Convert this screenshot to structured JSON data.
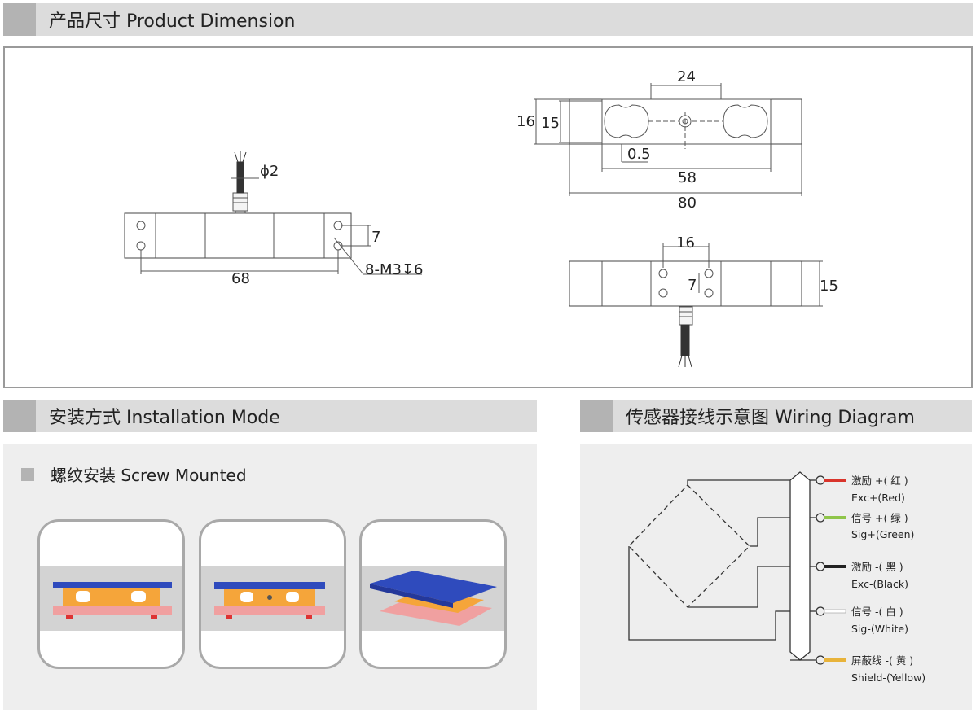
{
  "sections": {
    "dimension_title": "产品尺寸 Product Dimension",
    "install_title": "安装方式 Installation Mode",
    "wiring_title": "传感器接线示意图  Wiring Diagram"
  },
  "dimension": {
    "phi": "ϕ2",
    "dim_68": "68",
    "dim_7_left": "7",
    "thread": "8-M3↧6",
    "dim_24": "24",
    "dim_16_outer": "16",
    "dim_15_inner": "15",
    "dim_05": "0.5",
    "dim_58": "58",
    "dim_80": "80",
    "dim_16_bottom": "16",
    "dim_7_bottom": "7",
    "dim_15_right": "15"
  },
  "install": {
    "mode": "螺纹安装 Screw Mounted"
  },
  "wiring": {
    "wires": [
      {
        "cn": "激励 +( 红 )",
        "en": "Exc+(Red)",
        "color": "#d9342b"
      },
      {
        "cn": "信号 +( 绿 )",
        "en": "Sig+(Green)",
        "color": "#8fc54a"
      },
      {
        "cn": "激励 -( 黑 )",
        "en": "Exc-(Black)",
        "color": "#222222"
      },
      {
        "cn": "信号 -( 白 )",
        "en": "Sig-(White)",
        "color": "#e6e6e6"
      },
      {
        "cn": "屏蔽线 -( 黄 )",
        "en": "Shield-(Yellow)",
        "color": "#e8b33a"
      }
    ]
  },
  "colors": {
    "header_bg": "#dcdcdc",
    "header_tab": "#b3b3b3",
    "platform_blue": "#2f4bbd",
    "base_pink": "#f0a0a0",
    "cell_orange": "#f5a53a"
  }
}
